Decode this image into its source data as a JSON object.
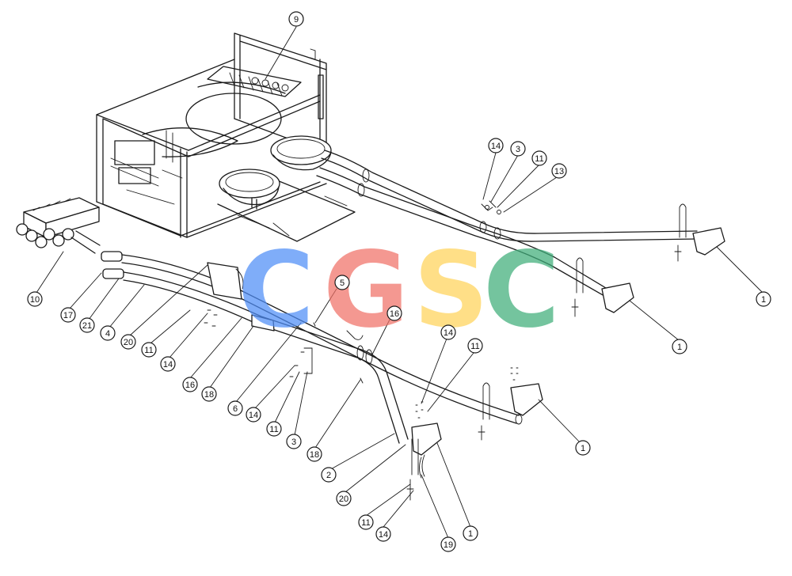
{
  "watermark": {
    "letters": [
      "C",
      "G",
      "S",
      "C"
    ],
    "colors": [
      "#4f8ef7",
      "#f07167",
      "#ffd35a",
      "#3fae7a"
    ]
  },
  "callouts": [
    {
      "label": "9"
    },
    {
      "label": "14"
    },
    {
      "label": "3"
    },
    {
      "label": "11"
    },
    {
      "label": "13"
    },
    {
      "label": "1"
    },
    {
      "label": "1"
    },
    {
      "label": "10"
    },
    {
      "label": "17"
    },
    {
      "label": "21"
    },
    {
      "label": "4"
    },
    {
      "label": "20"
    },
    {
      "label": "11"
    },
    {
      "label": "14"
    },
    {
      "label": "16"
    },
    {
      "label": "18"
    },
    {
      "label": "6"
    },
    {
      "label": "5"
    },
    {
      "label": "16"
    },
    {
      "label": "14"
    },
    {
      "label": "11"
    },
    {
      "label": "3"
    },
    {
      "label": "18"
    },
    {
      "label": "14"
    },
    {
      "label": "11"
    },
    {
      "label": "1"
    },
    {
      "label": "2"
    },
    {
      "label": "20"
    },
    {
      "label": "11"
    },
    {
      "label": "14"
    },
    {
      "label": "19"
    },
    {
      "label": "1"
    }
  ]
}
